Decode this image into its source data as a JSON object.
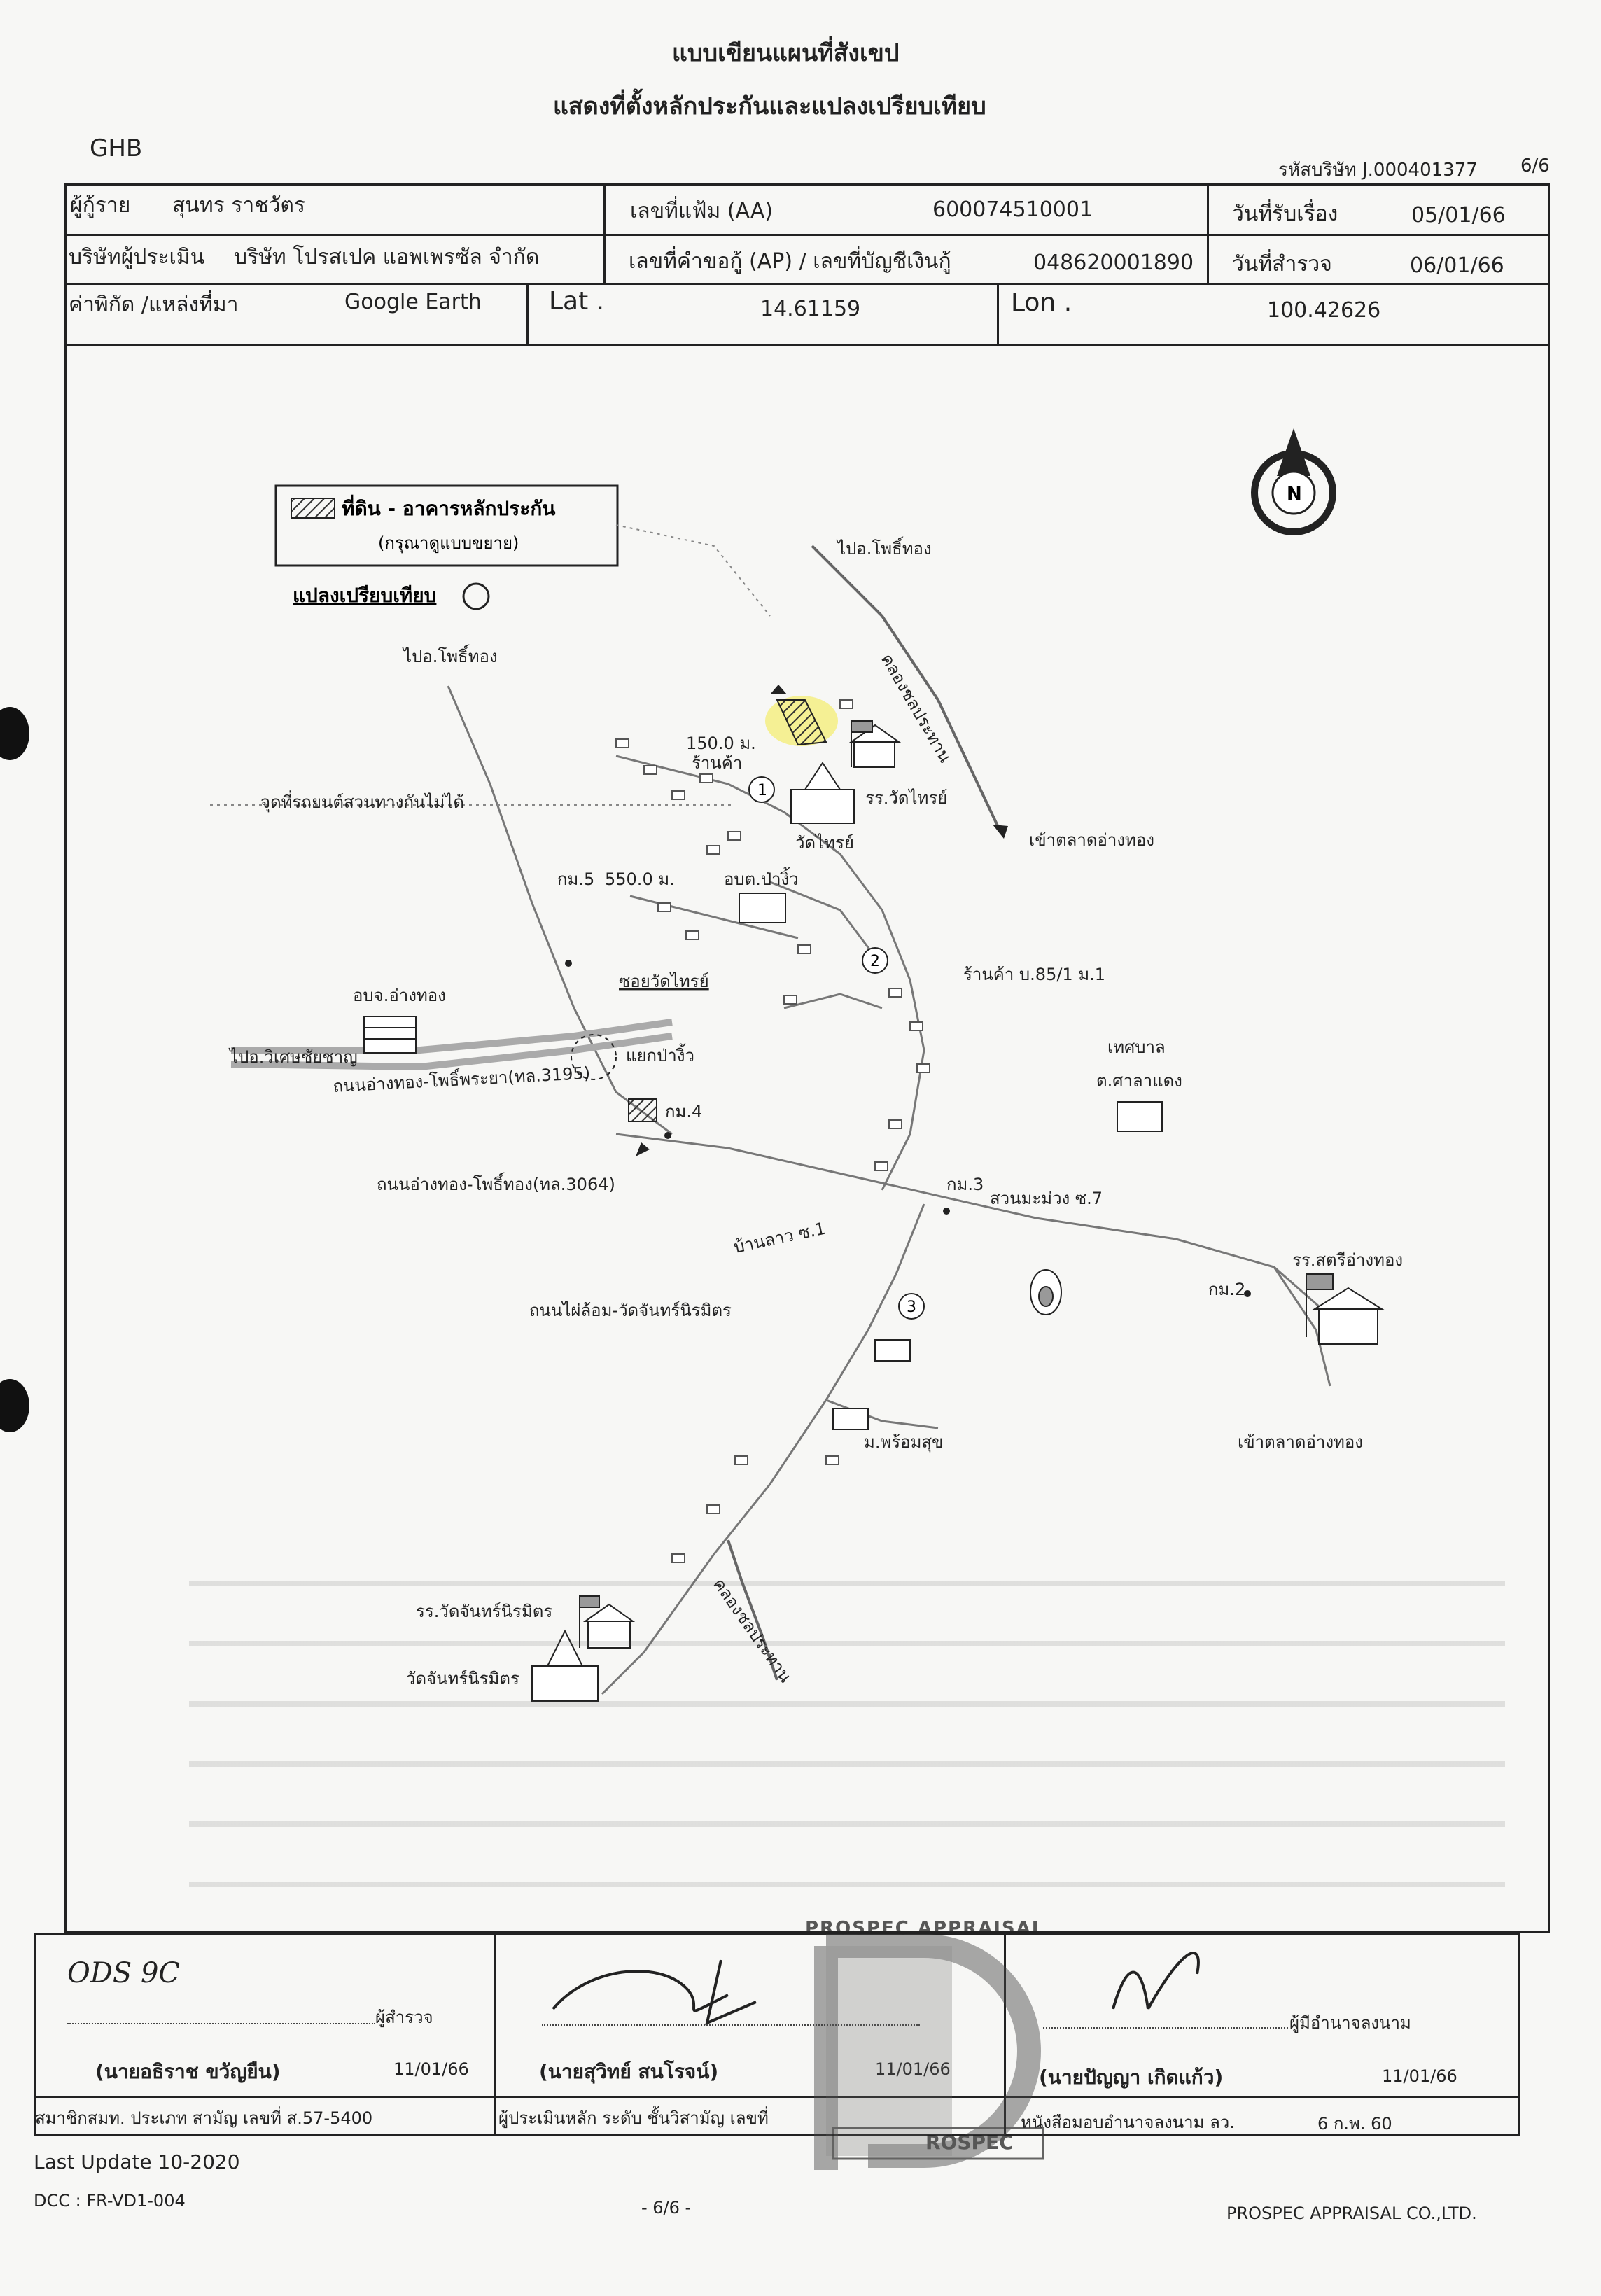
{
  "doc": {
    "title1": "แบบเขียนแผนที่สังเขป",
    "title2": "แสดงที่ตั้งหลักประกันและแปลงเปรียบเทียบ",
    "brand": "GHB",
    "company_code": "รหัสบริษัท J.000401377",
    "page_count": "6/6"
  },
  "header": {
    "borrower_label": "ผู้กู้ราย",
    "borrower": "สุนทร ราชวัตร",
    "file_no_label": "เลขที่แฟ้ม (AA)",
    "file_no": "600074510001",
    "received_label": "วันที่รับเรื่อง",
    "received": "05/01/66",
    "appraiser_label": "บริษัทผู้ประเมิน",
    "appraiser": "บริษัท โปรสเปค แอพเพรซัล จำกัด",
    "request_label": "เลขที่คำขอกู้ (AP) / เลขที่บัญชีเงินกู้",
    "request_no": "048620001890",
    "survey_label": "วันที่สำรวจ",
    "survey": "06/01/66",
    "coord_label": "ค่าพิกัด /แหล่งที่มา",
    "coord_source": "Google Earth",
    "lat_label": "Lat .",
    "lat": "14.61159",
    "lon_label": "Lon .",
    "lon": "100.42626"
  },
  "legend": {
    "collateral": "ที่ดิน - อาคารหลักประกัน",
    "collateral_note": "(กรุณาดูแบบขยาย)",
    "comparison": "แปลงเปรียบเทียบ"
  },
  "map_labels": {
    "to_phothong_right": "ไปอ.โพธิ์ทอง",
    "to_phothong_left": "ไปอ.โพธิ์ทอง",
    "canal_top": "คลองชลประทาน",
    "dist_150": "150.0 ม.",
    "shop_top": "ร้านค้า",
    "turn_point": "จุดที่รถยนต์สวนทางกันไม่ได้",
    "school_wat_sai": "รร.วัดไทรย์",
    "wat_sai": "วัดไทรย์",
    "to_market_top": "เข้าตลาดอ่างทอง",
    "km5": "กม.5",
    "dist_550": "550.0 ม.",
    "obt_pachiw": "อบต.ป่างิ้ว",
    "soi_wat_sai": "ซอยวัดไทรย์",
    "shop_85": "ร้านค้า บ.85/1 ม.1",
    "obj_angthong": "อบจ.อ่างทอง",
    "to_wiset": "ไปอ.วิเศษชัยชาญ",
    "junction": "แยกป่างิ้ว",
    "road_3195": "ถนนอ่างทอง-โพธิ์พระยา(ทล.3195)",
    "km4": "กม.4",
    "municipality1": "เทศบาล",
    "municipality2": "ต.ศาลาแดง",
    "road_3064": "ถนนอ่างทอง-โพธิ์ทอง(ทล.3064)",
    "km3": "กม.3",
    "suan_mamuang": "สวนมะม่วง ซ.7",
    "ban_lao": "บ้านลาว ซ.1",
    "school_satri": "รร.สตรีอ่างทอง",
    "km2": "กม.2",
    "road_wat_chan": "ถนนไผ่ล้อม-วัดจันทร์นิรมิตร",
    "moo_phromsuk": "ม.พร้อมสุข",
    "to_market_bottom": "เข้าตลาดอ่างทอง",
    "school_wat_chan": "รร.วัดจันทร์นิรมิตร",
    "wat_chan": "วัดจันทร์นิรมิตร",
    "canal_bottom": "คลองชลประทาน",
    "compass_n": "N",
    "marker1": "1",
    "marker2": "2",
    "marker3": "3"
  },
  "signatures": {
    "surveyor_role": "ผู้สำรวจ",
    "surveyor_name": "(นายอธิราช ขวัญยืน)",
    "surveyor_date": "11/01/66",
    "surveyor_member": "สมาชิกสมท. ประเภท สามัญ เลขที่ ส.57-5400",
    "surveyor_initials": "ODS 9C",
    "chief_name": "(นายสุวิทย์ สนโรจน์)",
    "chief_date": "11/01/66",
    "chief_role": "ผู้ประเมินหลัก ระดับ ชั้นวิสามัญ เลขที่",
    "signer_role": "ผู้มีอำนาจลงนาม",
    "signer_name": "(นายปัญญา เกิดแก้ว)",
    "signer_date": "11/01/66",
    "signer_letter": "หนังสือมอบอำนาจลงนาม ลว.",
    "signer_letter_date": "6 ก.พ. 60",
    "stamp_text": "PROSPEC APPRAISAL",
    "stamp_bottom": "ROSPEC"
  },
  "footer": {
    "last_update": "Last Update 10-2020",
    "dcc": "DCC : FR-VD1-004",
    "page": "- 6/6 -",
    "company": "PROSPEC APPRAISAL CO.,LTD."
  }
}
